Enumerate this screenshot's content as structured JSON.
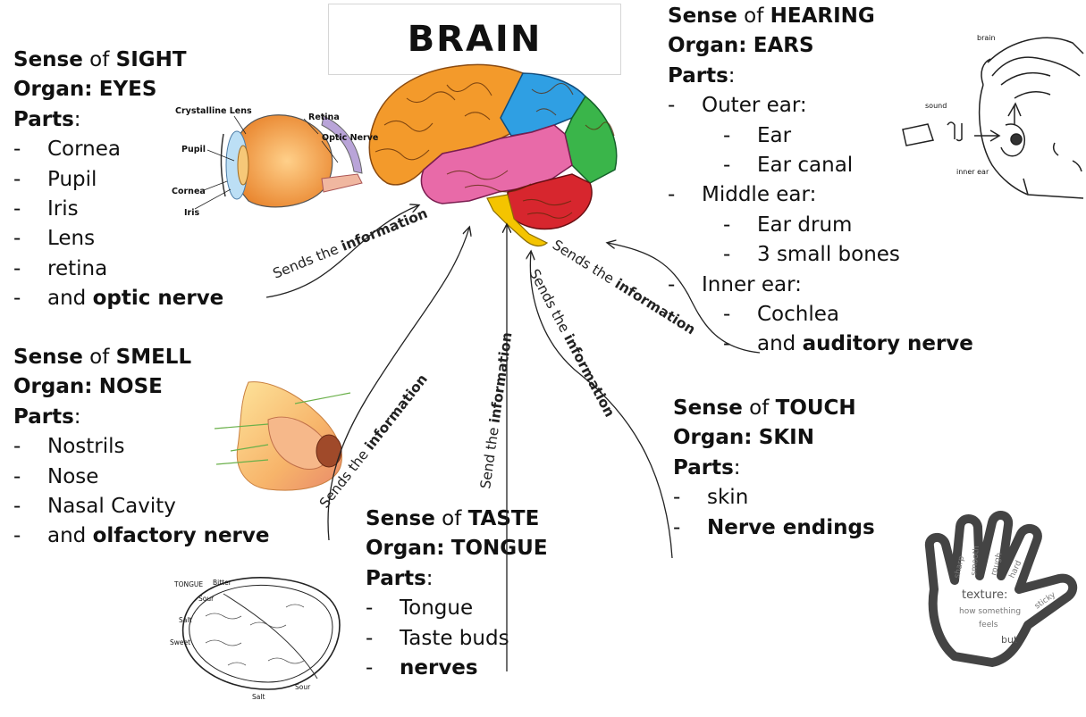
{
  "title": "BRAIN",
  "arrow_label_prefix": "Sends the",
  "arrow_label_prefix_taste": "Send the",
  "arrow_label_word": "information",
  "senses": {
    "sight": {
      "sense_word": "Sense",
      "of": "of",
      "name": "SIGHT",
      "organ_word": "Organ",
      "organ": "EYES",
      "parts_word": "Parts",
      "parts": [
        "Cornea",
        "Pupil",
        "Iris",
        "Lens",
        "retina"
      ],
      "last_prefix": "and",
      "last_bold": "optic nerve"
    },
    "smell": {
      "sense_word": "Sense",
      "of": "of",
      "name": "SMELL",
      "organ_word": "Organ",
      "organ": "NOSE",
      "parts_word": "Parts",
      "parts": [
        "Nostrils",
        "Nose",
        "Nasal Cavity"
      ],
      "last_prefix": "and",
      "last_bold": "olfactory nerve"
    },
    "taste": {
      "sense_word": "Sense",
      "of": "of",
      "name": "TASTE",
      "organ_word": "Organ",
      "organ": "TONGUE",
      "parts_word": "Parts",
      "parts": [
        "Tongue",
        "Taste buds"
      ],
      "last_bold": "nerves"
    },
    "touch": {
      "sense_word": "Sense",
      "of": "of",
      "name": "TOUCH",
      "organ_word": "Organ",
      "organ": "SKIN",
      "parts_word": "Parts",
      "parts": [
        "skin"
      ],
      "last_bold": "Nerve endings"
    },
    "hearing": {
      "sense_word": "Sense",
      "of": "of",
      "name": "HEARING",
      "organ_word": "Organ",
      "organ": "EARS",
      "parts_word": "Parts",
      "outer": "Outer ear:",
      "outer_sub": [
        "Ear",
        "Ear canal"
      ],
      "middle": "Middle ear:",
      "middle_sub": [
        "Ear drum",
        "3 small bones"
      ],
      "inner": "Inner ear:",
      "inner_sub": [
        "Cochlea"
      ],
      "last_prefix": "and",
      "last_bold": "auditory nerve"
    }
  },
  "eye_labels": {
    "lens": "Crystalline Lens",
    "retina": "Retina",
    "optic": "Optic Nerve",
    "pupil": "Pupil",
    "cornea": "Cornea",
    "iris": "Iris"
  },
  "ear_labels": {
    "brain": "brain",
    "sound": "sound",
    "inner": "inner ear"
  },
  "tongue_labels": {
    "title": "TONGUE",
    "bitter": "Bitter",
    "sour1": "Sour",
    "salt1": "Salt",
    "sweet": "Sweet",
    "salt2": "Salt",
    "sour2": "Sour"
  },
  "hand_labels": {
    "f1": "sharp",
    "f2": "smooth",
    "f3": "rough",
    "f4": "hard",
    "texture": "texture:",
    "line1": "how something",
    "line2": "feels",
    "sticky": "sticky",
    "but": "but"
  },
  "colors": {
    "frontal": "#f39a2b",
    "parietal": "#2f9fe3",
    "occipital": "#3ab54a",
    "temporal": "#e86aa8",
    "cerebellum": "#d7262e",
    "stem": "#f4c400"
  }
}
